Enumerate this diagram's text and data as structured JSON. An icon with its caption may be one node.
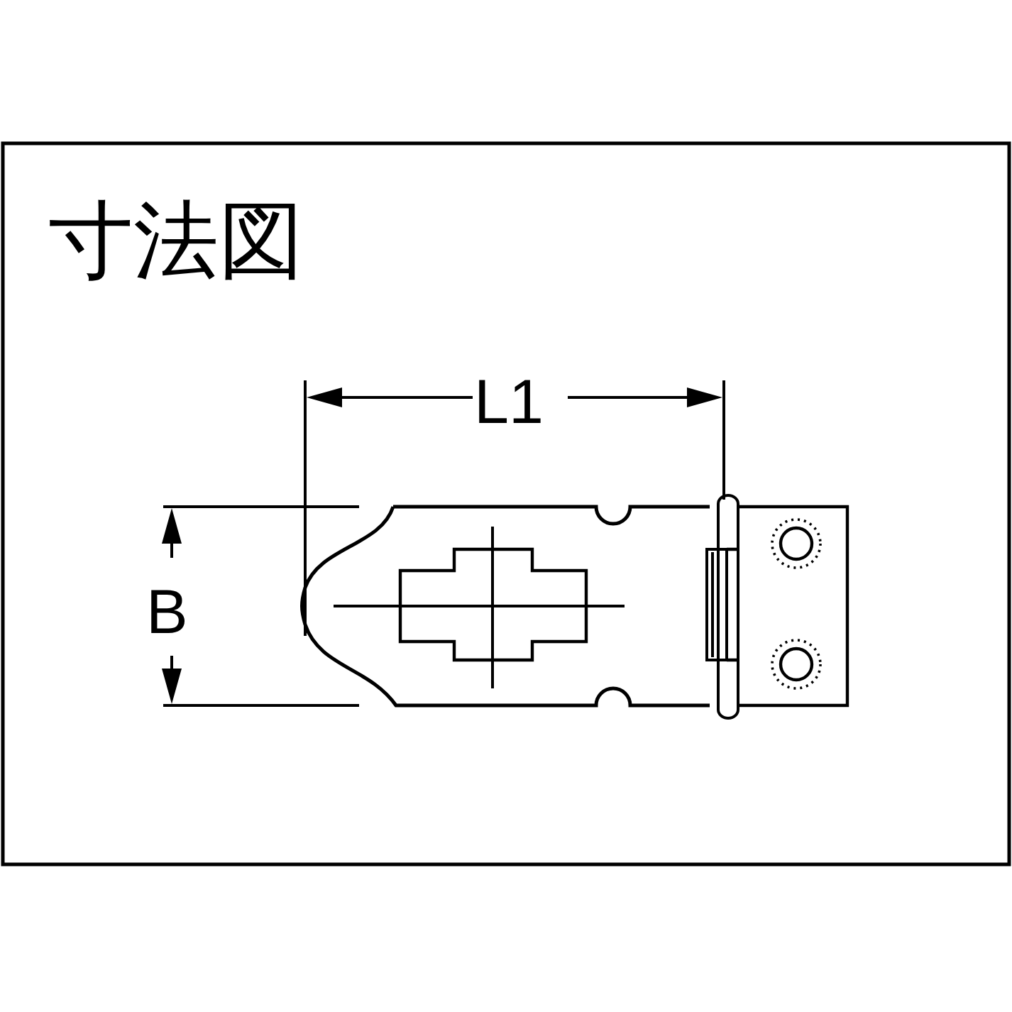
{
  "diagram": {
    "title": "寸法図",
    "labels": [
      "L1",
      "B"
    ]
  }
}
